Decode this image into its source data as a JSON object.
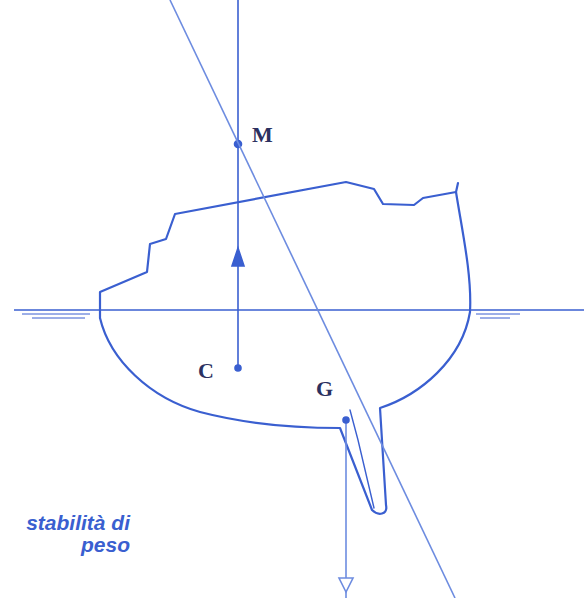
{
  "diagram": {
    "caption": "stabilità di peso",
    "labels": [
      "M",
      "C",
      "G"
    ]
  }
}
